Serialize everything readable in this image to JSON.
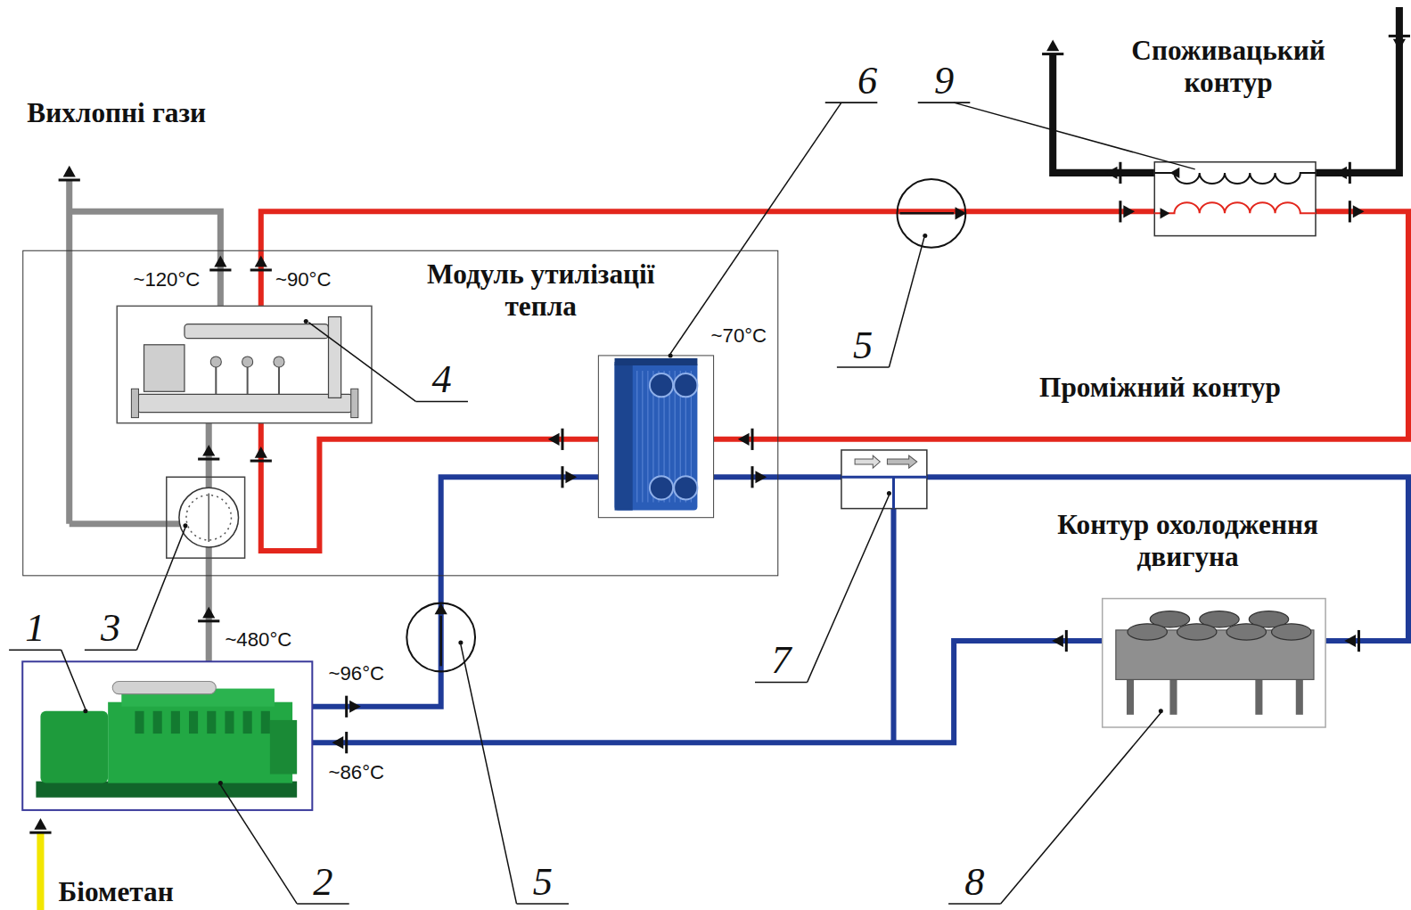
{
  "diagram": {
    "nodes": [
      {
        "text": [
          "Модуль утилізації тепла"
        ]
      }
    ],
    "labels": [
      "6",
      "9",
      "Споживацький контур",
      "Вихлопні гази",
      "~120°C",
      "~90°C",
      "~70°C",
      "4",
      "5",
      "Проміжний контур",
      "Контур охолодження двигуна",
      "1",
      "3",
      "~480°C",
      "7",
      "~96°C",
      "~86°C",
      "2",
      "5",
      "8",
      "Біометан"
    ]
  }
}
